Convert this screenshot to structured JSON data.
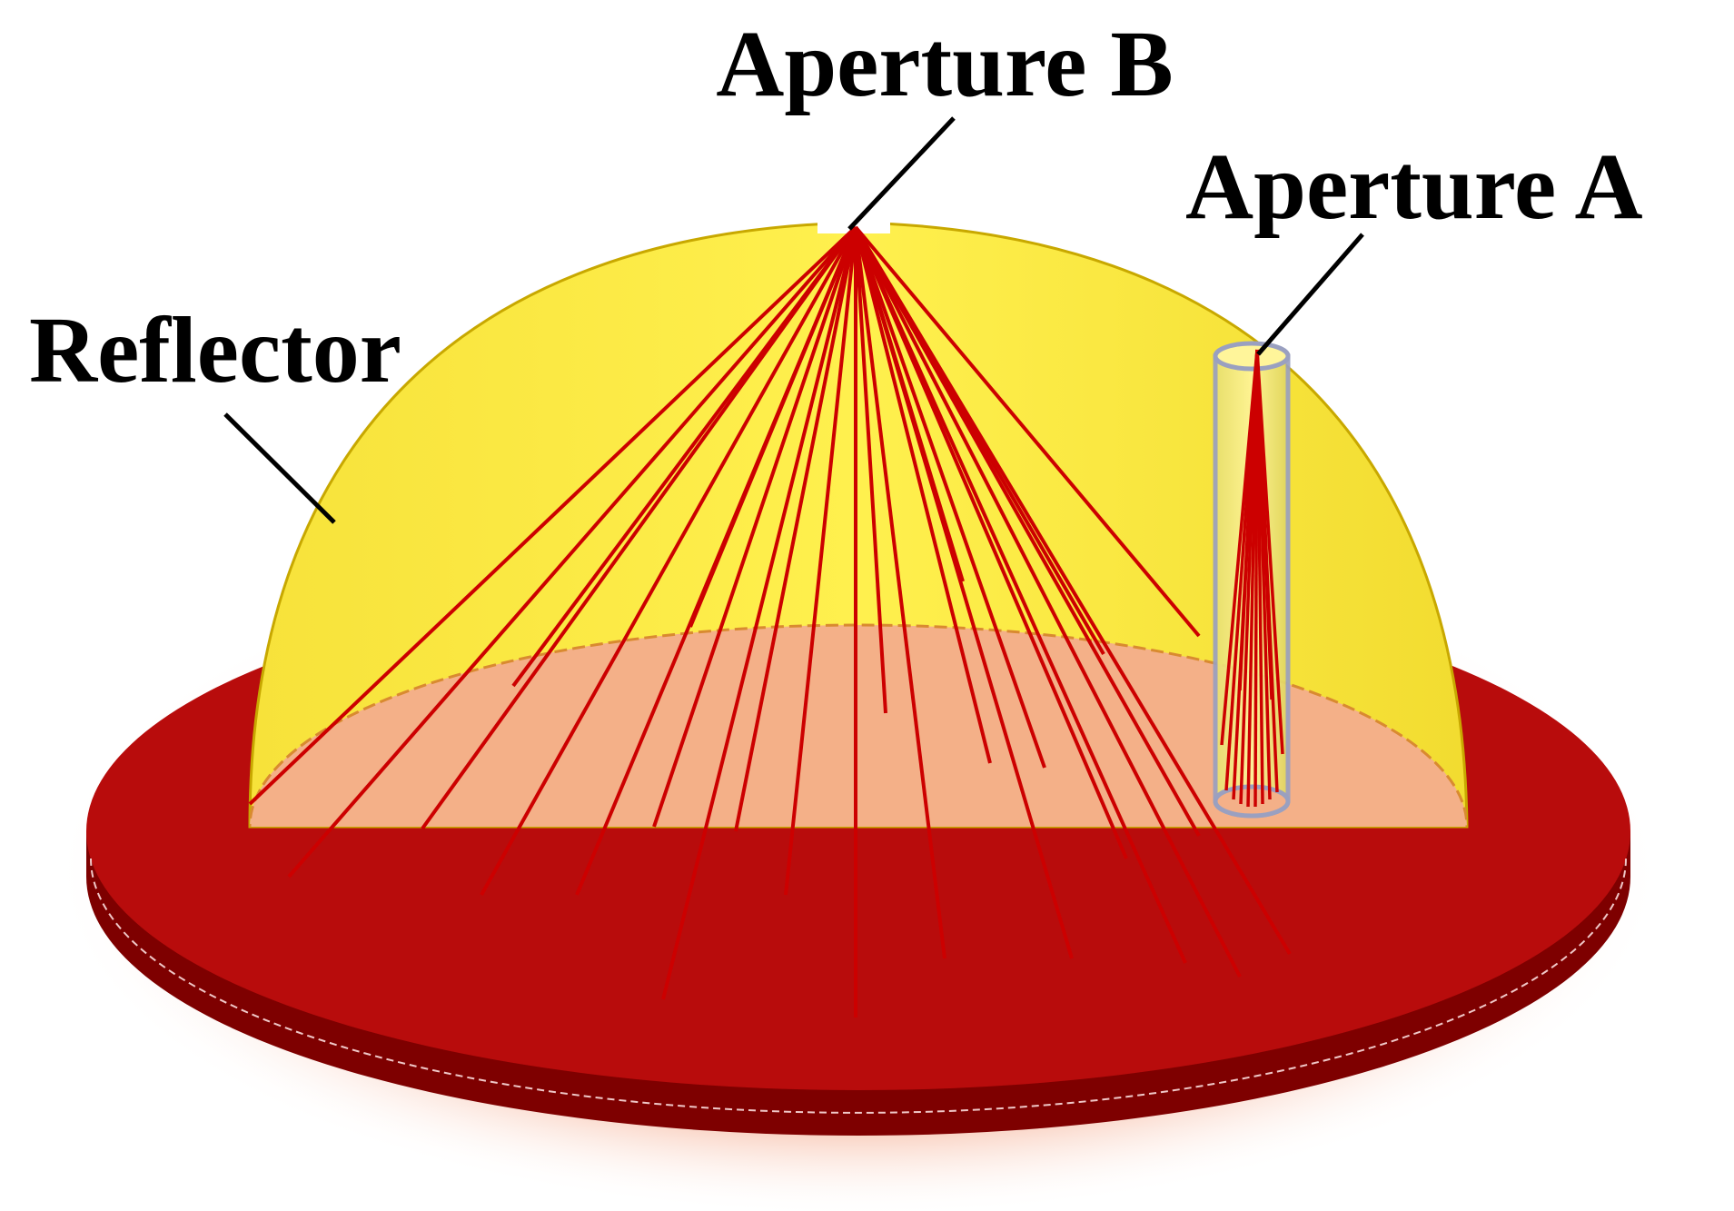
{
  "labels": {
    "aperture_b": "Aperture B",
    "aperture_a": "Aperture A",
    "reflector": "Reflector"
  },
  "colors": {
    "background": "#ffffff",
    "reflector_dome": "#ffee44",
    "dome_edge": "#c8a800",
    "base_disk": "#b80c0c",
    "base_disk_side": "#7e0000",
    "floor": "#f4b088",
    "glow": "#f6b49a",
    "rays": "#cc0000",
    "aperture_tube": "#9aa0c0",
    "leader_lines": "#000000"
  }
}
